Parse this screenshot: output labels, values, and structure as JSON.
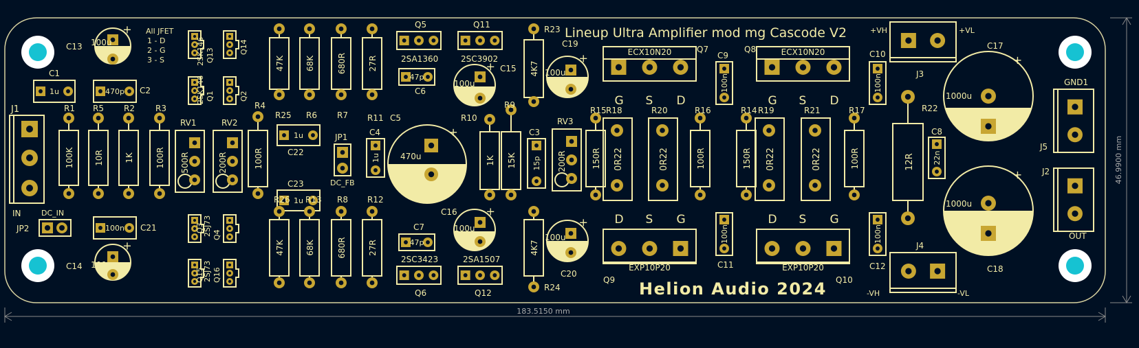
{
  "board": {
    "title": "Lineup Ultra Amplifier mod mg Cascode V2",
    "footer": "Helion Audio 2024",
    "width_label": "183.5150 mm",
    "height_label": "46.9900 mm",
    "jfet_note": [
      "All JFET",
      "1 - D",
      "2 - G",
      "3 - S"
    ]
  },
  "labels": {
    "J1": "J1",
    "IN": "IN",
    "JP2": "JP2",
    "DC_IN": "DC_IN",
    "C13": "C13",
    "C14": "C14",
    "C1": "C1",
    "C2": "C2",
    "C21": "C21",
    "R1": "R1",
    "R5": "R5",
    "R2": "R2",
    "R3": "R3",
    "RV1": "RV1",
    "RV2": "RV2",
    "R4": "R4",
    "Q13": "Q13",
    "Q14": "Q14",
    "Q1": "Q1",
    "Q2": "Q2",
    "Q3": "Q3",
    "Q4": "Q4",
    "Q15": "Q15",
    "Q16": "Q16",
    "R25": "R25",
    "R6": "R6",
    "R7": "R7",
    "R11": "R11",
    "R26": "R26",
    "R13": "R13",
    "R8": "R8",
    "R12": "R12",
    "C22": "C22",
    "C23": "C23",
    "JP1": "JP1",
    "DC_FB": "DC_FB",
    "C4": "C4",
    "Q5": "Q5",
    "Q11": "Q11",
    "Q6": "Q6",
    "Q12": "Q12",
    "C6": "C6",
    "C7": "C7",
    "C5": "C5",
    "C15": "C15",
    "C16": "C16",
    "R10": "R10",
    "R9": "R9",
    "C3": "C3",
    "R23": "R23",
    "R24": "R24",
    "C19": "C19",
    "C20": "C20",
    "RV3": "RV3",
    "R15": "R15",
    "R18": "R18",
    "R20": "R20",
    "R16": "R16",
    "R14": "R14",
    "R19": "R19",
    "R21": "R21",
    "R17": "R17",
    "Q7": "Q7",
    "Q8": "Q8",
    "Q9": "Q9",
    "Q10": "Q10",
    "C9": "C9",
    "C11": "C11",
    "C10": "C10",
    "C12": "C12",
    "J3": "J3",
    "J4": "J4",
    "R22": "R22",
    "C8": "C8",
    "C17": "C17",
    "C18": "C18",
    "GND1": "GND1",
    "J5": "J5",
    "J2": "J2",
    "OUT": "OUT",
    "pVH": "+VH",
    "pVL": "+VL",
    "nVH": "-VH",
    "nVL": "-VL"
  },
  "values": {
    "C13": "100u",
    "C14": "100u",
    "C1": "1u",
    "C2": "470p",
    "C21": "100n",
    "R1": "100K",
    "R5": "10R",
    "R2": "1K",
    "R3": "100R",
    "RV1": "500R",
    "RV2": "200R",
    "R4": "100R",
    "Q13": "2SK146",
    "Q1": "2SK146",
    "Q3": "2SJ73",
    "Q15": "2SJ73",
    "R25": "47K",
    "R6": "68K",
    "R7": "680R",
    "R11": "27R",
    "R26": "47K",
    "R13": "68K",
    "R8": "680R",
    "R12": "27R",
    "C22": "1u",
    "C23": "1u",
    "C4": "1u",
    "Q5": "2SA1360",
    "Q11": "2SC3902",
    "Q6": "2SC3423",
    "Q12": "2SA1507",
    "C6": "47p",
    "C7": "47p",
    "C5": "470u",
    "C15": "100u",
    "C16": "100u",
    "R10": "1K",
    "R9": "15K",
    "C3": "15p",
    "R23": "4K7",
    "R24": "4K7",
    "C19": "100u",
    "C20": "100u",
    "RV3": "200R",
    "R15": "150R",
    "R18": "0R22",
    "R20": "0R22",
    "R16": "100R",
    "R14": "150R",
    "R19": "0R22",
    "R21": "0R22",
    "R17": "100R",
    "Q7": "ECX10N20",
    "Q8": "ECX10N20",
    "Q9": "EXP10P20",
    "Q10": "EXP10P20",
    "C9": "100n",
    "C11": "100n",
    "C10": "100n",
    "C12": "100n",
    "R22": "12R",
    "C8": "22n",
    "C17": "1000u",
    "C18": "1000u"
  },
  "pins": {
    "gsd": [
      "G",
      "S",
      "D"
    ],
    "dsg": [
      "D",
      "S",
      "G"
    ]
  },
  "colors": {
    "background": "#001023",
    "silkscreen": "#f2eba6",
    "pad": "#c8a632",
    "mounting_hole": "#16c2d2",
    "edge": "#d8d2a0"
  }
}
